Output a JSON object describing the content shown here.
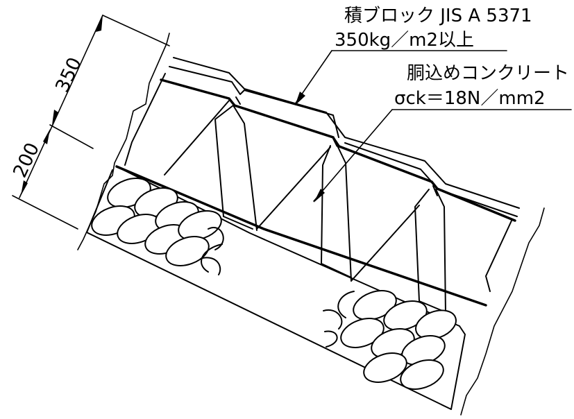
{
  "callouts": {
    "block_name": "積ブロック JIS A 5371",
    "block_weight": "350kg／m2以上",
    "fill_name": "胴込めコンクリート",
    "fill_strength": "σck＝18N／mm2"
  },
  "dimensions": {
    "upper": "350",
    "lower": "200"
  }
}
